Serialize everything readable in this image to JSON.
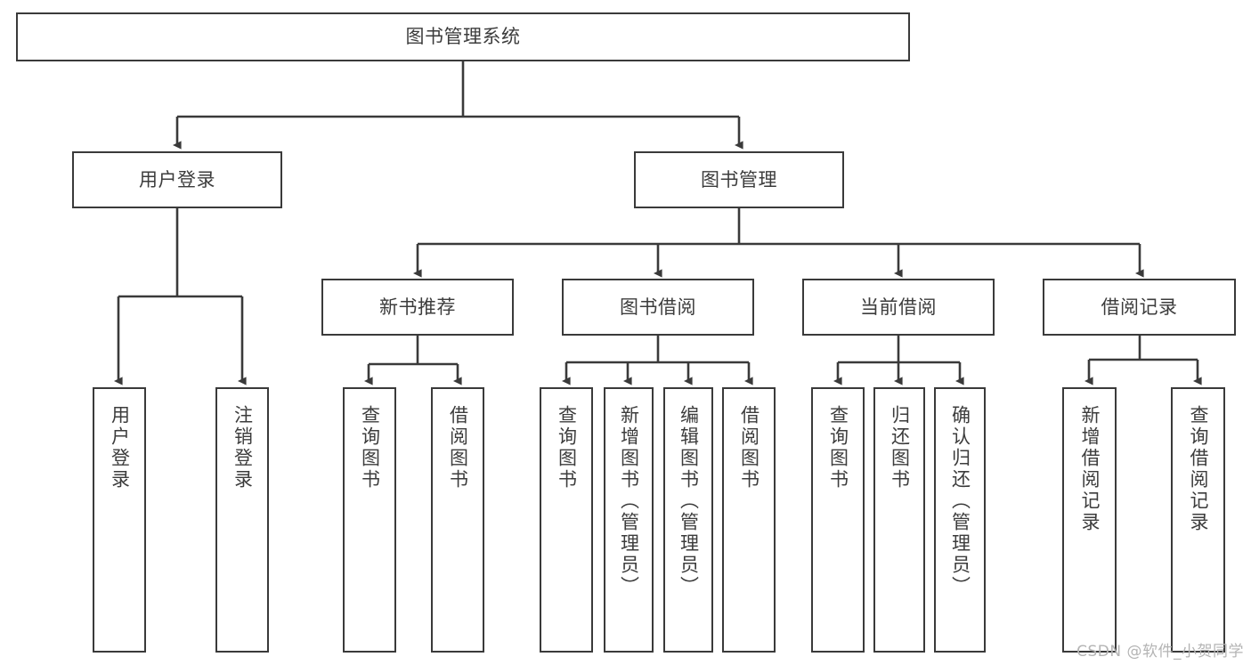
{
  "diagram": {
    "title": "图书管理系统",
    "type": "hierarchy-tree",
    "colors": {
      "background": "#ffffff",
      "box_border": "#3a3a3a",
      "box_fill": "#ffffff",
      "text": "#3c3c3c",
      "connector": "#3a3a3a",
      "watermark": "#b4b4b4"
    },
    "root": {
      "label": "图书管理系统"
    },
    "level2": [
      {
        "label": "用户登录"
      },
      {
        "label": "图书管理"
      }
    ],
    "level3": [
      {
        "label": "新书推荐"
      },
      {
        "label": "图书借阅"
      },
      {
        "label": "当前借阅"
      },
      {
        "label": "借阅记录"
      }
    ],
    "leaves": {
      "user_login": [
        {
          "label": "用户登录"
        },
        {
          "label": "注销登录"
        }
      ],
      "new_book": [
        {
          "label": "查询图书"
        },
        {
          "label": "借阅图书"
        }
      ],
      "book_borrow": [
        {
          "label": "查询图书"
        },
        {
          "label": "新增图书（管理员）"
        },
        {
          "label": "编辑图书（管理员）"
        },
        {
          "label": "借阅图书"
        }
      ],
      "current_borrow": [
        {
          "label": "查询图书"
        },
        {
          "label": "归还图书"
        },
        {
          "label": "确认归还（管理员）"
        }
      ],
      "borrow_record": [
        {
          "label": "新增借阅记录"
        },
        {
          "label": "查询借阅记录"
        }
      ]
    }
  },
  "watermark": {
    "text": "CSDN @软件_小贺同学"
  }
}
